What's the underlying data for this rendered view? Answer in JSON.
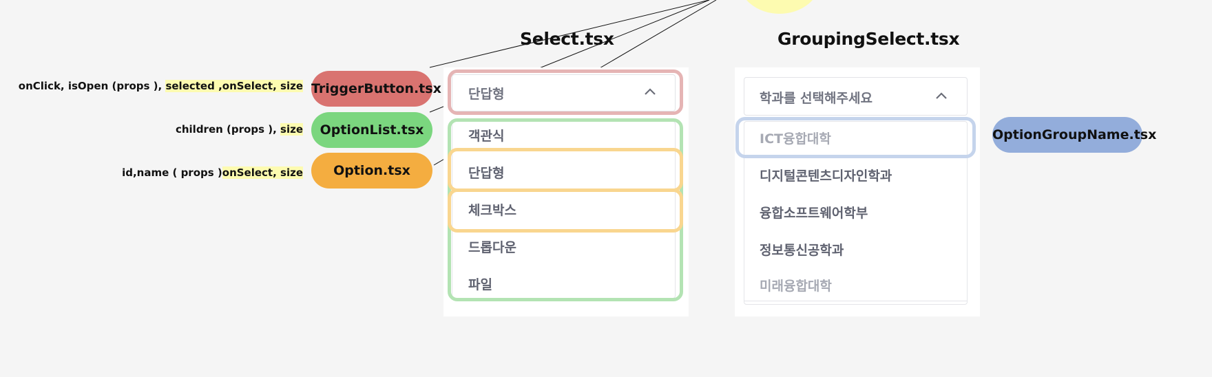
{
  "titles": {
    "select": "Select.tsx",
    "grouping": "GroupingSelect.tsx"
  },
  "components": {
    "trigger": {
      "label": "TriggerButton.tsx",
      "props_plain": "onClick, isOpen (props ),",
      "props_highlight": "selected ,onSelect, size",
      "color": "#d97370"
    },
    "optionlist": {
      "label": "OptionList.tsx",
      "props_plain": "children (props ),",
      "props_highlight": "size",
      "color": "#7bd67f"
    },
    "option": {
      "label": "Option.tsx",
      "props_plain": "id,name ( props )",
      "props_highlight": "onSelect, size",
      "color": "#f4ad40"
    },
    "groupname": {
      "label": "OptionGroupName.tsx",
      "color": "#93addb"
    }
  },
  "select": {
    "selected": "단답형",
    "options": [
      "객관식",
      "단답형",
      "체크박스",
      "드롭다운",
      "파일"
    ]
  },
  "grouping": {
    "placeholder": "학과를 선택해주세요",
    "items": [
      {
        "label": "ICT융합대학",
        "group": true
      },
      {
        "label": "디지털콘텐츠디자인학과",
        "group": false
      },
      {
        "label": "융합소프트웨어학부",
        "group": false
      },
      {
        "label": "정보통신공학과",
        "group": false
      },
      {
        "label": "미래융합대학",
        "group": true
      }
    ]
  },
  "highlight_colors": {
    "trigger_outline": "#e5b4b4",
    "list_outline": "#b3e3b3",
    "option_outline": "#f9d68f",
    "group_outline": "#c5d4ec"
  }
}
